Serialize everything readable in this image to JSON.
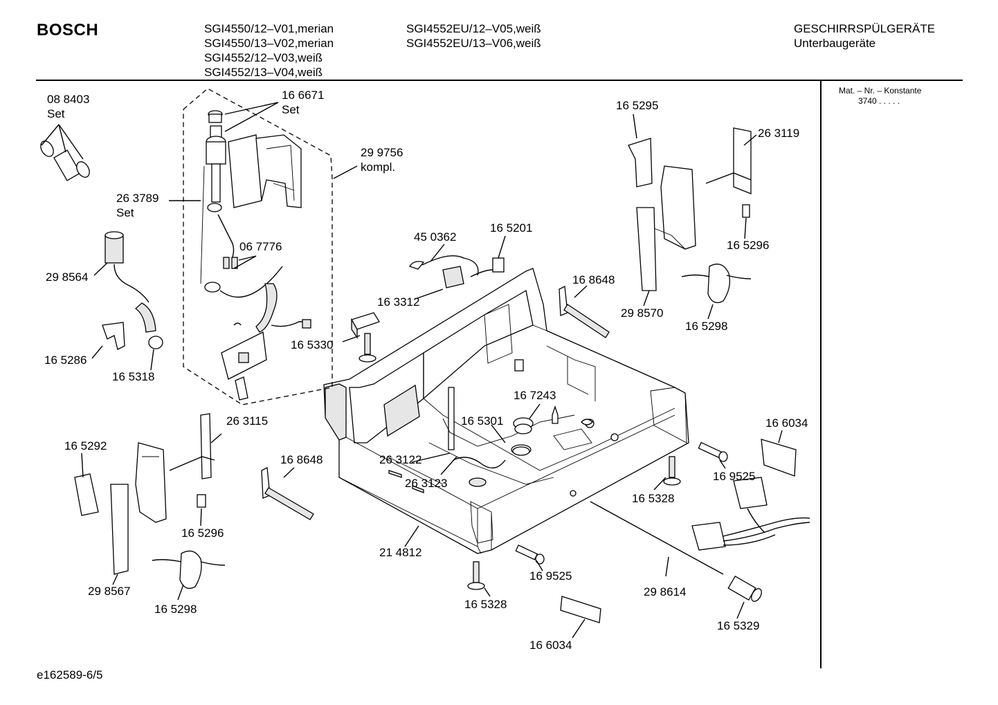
{
  "header": {
    "brand": "BOSCH",
    "models_col1": [
      "SGI4550/12–V01,merian",
      "SGI4550/13–V02,merian",
      "SGI4552/12–V03,weiß",
      "SGI4552/13–V04,weiß"
    ],
    "models_col2": [
      "SGI4552EU/12–V05,weiß",
      "SGI4552EU/13–V06,weiß"
    ],
    "category_line1": "GESCHIRRSPÜLGERÄTE",
    "category_line2": "Unterbaugeräte"
  },
  "sidebar": {
    "mat_label": "Mat. – Nr. – Konstante",
    "mat_value": "3740  .  .  .  .  ."
  },
  "footer": {
    "doc_id": "e162589-6/5"
  },
  "parts": {
    "p088403": "08 8403",
    "p088403_note": "Set",
    "p166671": "16 6671",
    "p166671_note": "Set",
    "p299756": "29 9756",
    "p299756_note": "kompl.",
    "p263789": "26 3789",
    "p263789_note": "Set",
    "p067776": "06 7776",
    "p298564": "29 8564",
    "p165286": "16 5286",
    "p165318": "16 5318",
    "p165330": "16 5330",
    "p450362": "45 0362",
    "p165201": "16 5201",
    "p163312": "16 3312",
    "p165295": "16 5295",
    "p263119": "26 3119",
    "p165296_r": "16 5296",
    "p168648_r": "16 8648",
    "p298570": "29 8570",
    "p165298_r": "16 5298",
    "p167243": "16 7243",
    "p165301": "16 5301",
    "p263122": "26 3122",
    "p263123": "26 3123",
    "p263115": "26 3115",
    "p165292": "16 5292",
    "p168648_l": "16 8648",
    "p165296_l": "16 5296",
    "p298567": "29 8567",
    "p165298_l": "16 5298",
    "p214812": "21 4812",
    "p169525_b": "16 9525",
    "p165328_b": "16 5328",
    "p166034_b": "16 6034",
    "p298614": "29 8614",
    "p165329": "16 5329",
    "p166034_r": "16 6034",
    "p169525_r": "16 9525",
    "p165328_r": "16 5328"
  }
}
